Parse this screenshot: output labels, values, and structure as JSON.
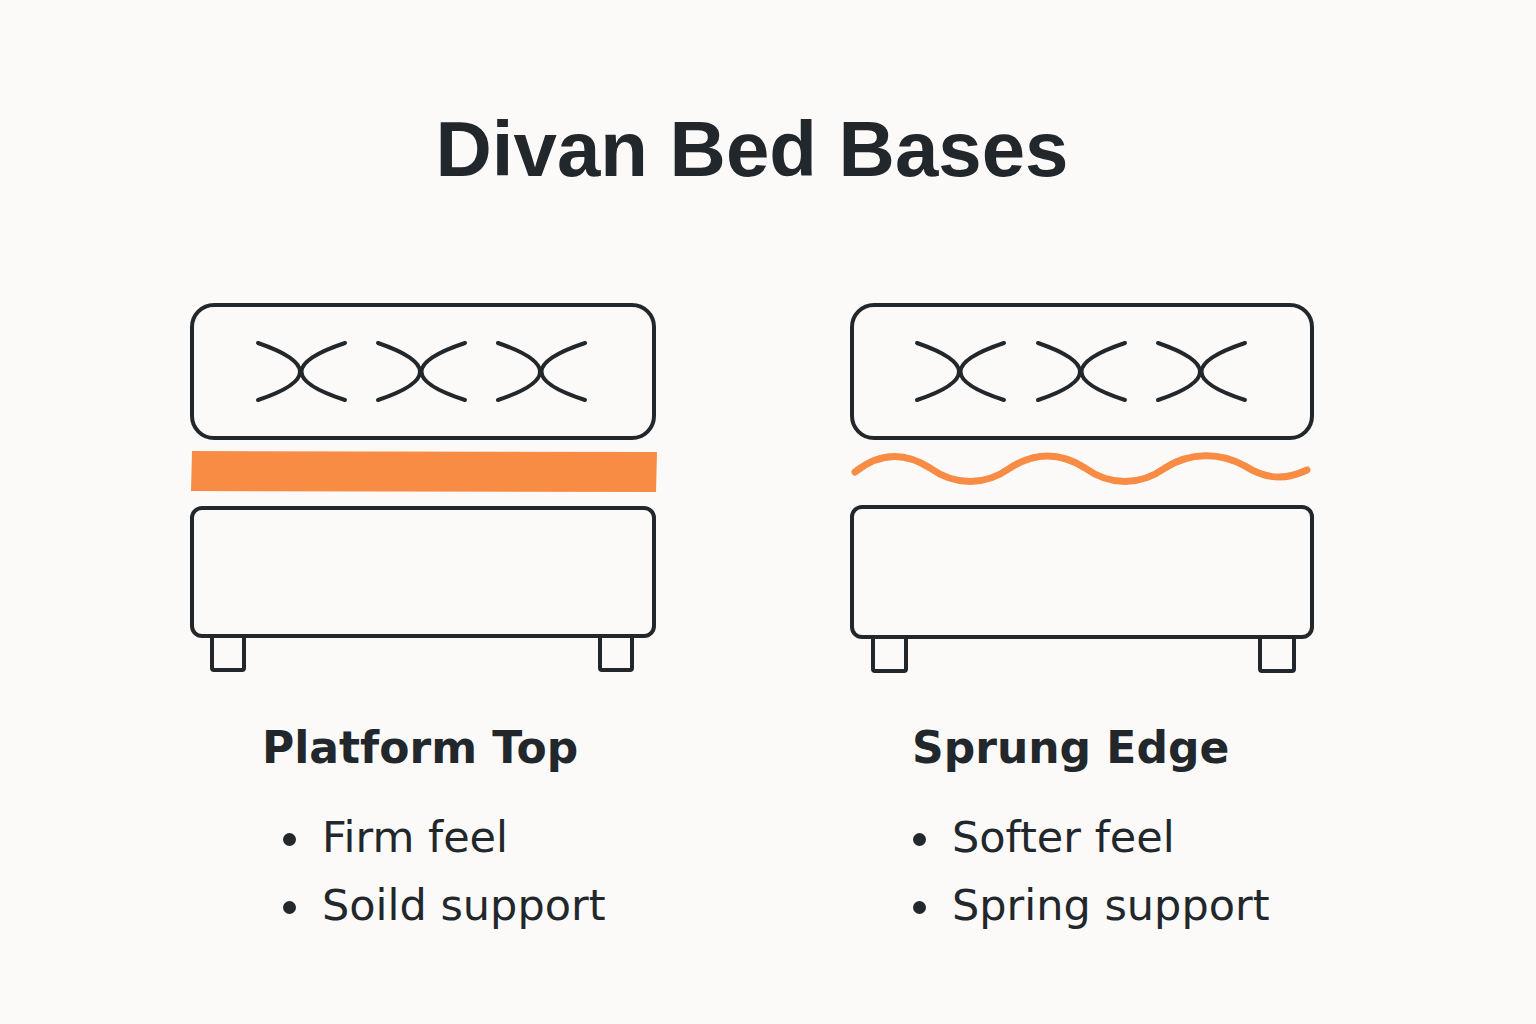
{
  "diagram": {
    "title": "Divan Bed Bases",
    "labels": [
      "Platform Top",
      "Firm feel",
      "Soild support",
      "Sprung Edge",
      "Softer feel",
      "Spring support"
    ]
  }
}
